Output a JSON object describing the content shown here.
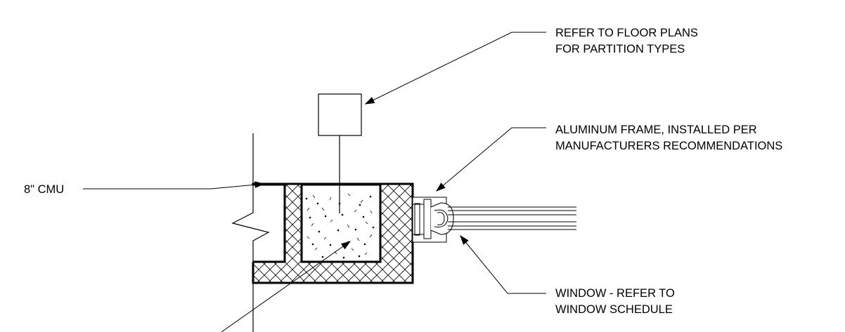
{
  "notes": {
    "partition": {
      "line1": "REFER TO FLOOR PLANS",
      "line2": "FOR PARTITION TYPES"
    },
    "frame": {
      "line1": "ALUMINUM FRAME, INSTALLED PER",
      "line2": "MANUFACTURERS RECOMMENDATIONS"
    },
    "cmu": {
      "line1": "8\" CMU"
    },
    "window": {
      "line1": "WINDOW - REFER TO",
      "line2": "WINDOW SCHEDULE"
    }
  },
  "colors": {
    "linework": "#000000",
    "background": "#ffffff"
  }
}
